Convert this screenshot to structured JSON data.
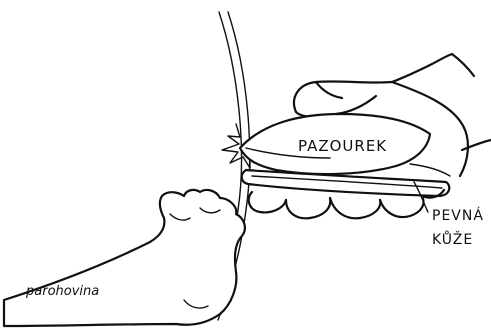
{
  "labels": {
    "flint": "PAZOUREK",
    "antler": "parohovina",
    "leather_line1": "PEVNÁ",
    "leather_line2": "KŮŽE"
  },
  "icons": {
    "spark": "spark-icon"
  },
  "colors": {
    "ink": "#111111",
    "background": "#ffffff"
  }
}
